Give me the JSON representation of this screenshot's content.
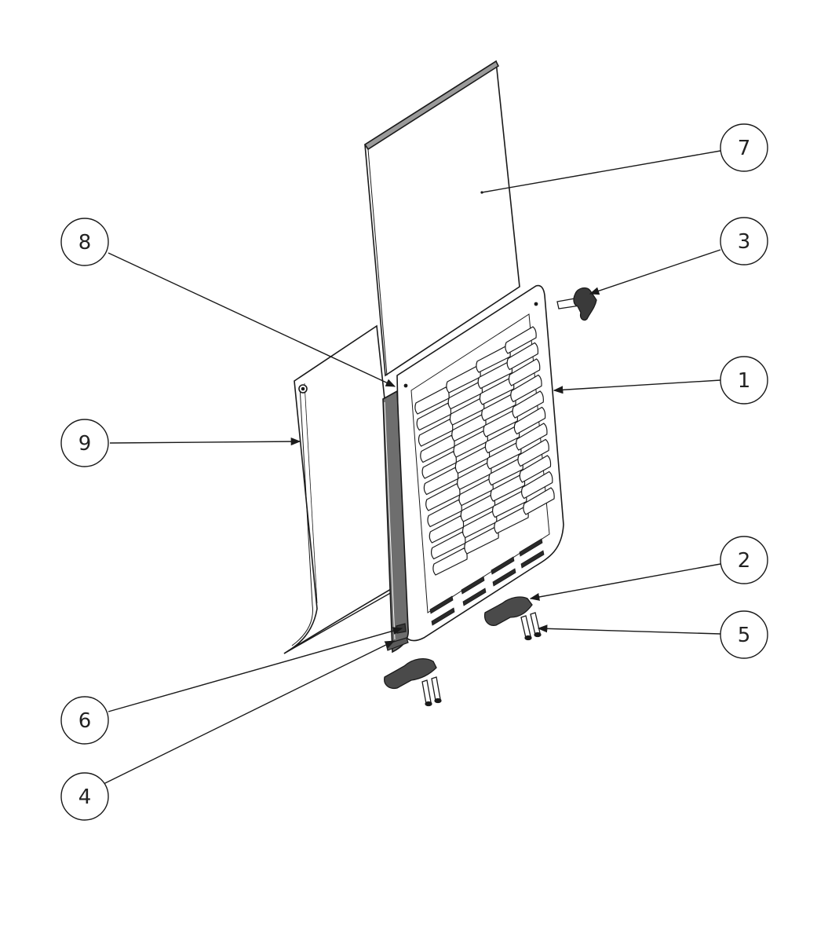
{
  "diagram": {
    "type": "exploded-assembly-drawing",
    "line_color": "#1a1a1a",
    "callouts": [
      {
        "id": "c1",
        "label": "1"
      },
      {
        "id": "c2",
        "label": "2"
      },
      {
        "id": "c3",
        "label": "3"
      },
      {
        "id": "c4",
        "label": "4"
      },
      {
        "id": "c5",
        "label": "5"
      },
      {
        "id": "c6",
        "label": "6"
      },
      {
        "id": "c7",
        "label": "7"
      },
      {
        "id": "c8",
        "label": "8"
      },
      {
        "id": "c9",
        "label": "9"
      }
    ]
  }
}
